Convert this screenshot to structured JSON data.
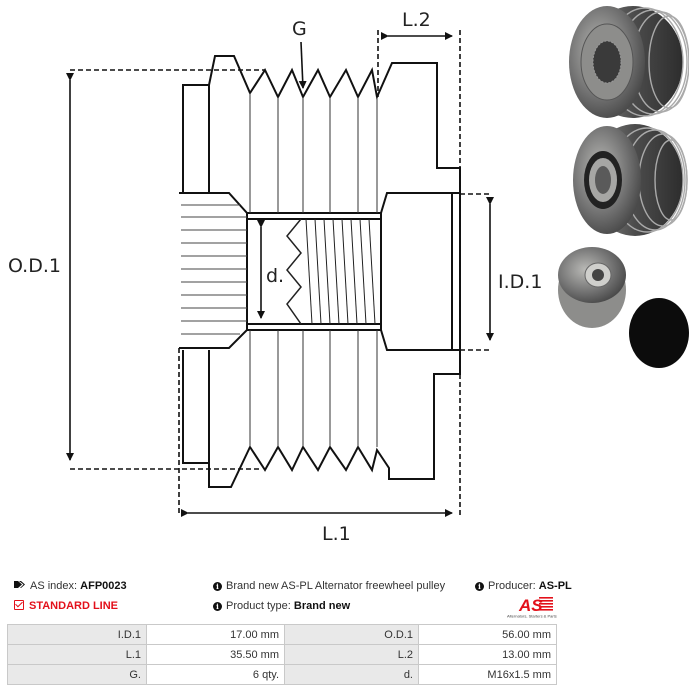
{
  "drawing": {
    "labels": {
      "grooves": "G",
      "outer_diameter": "O.D.1",
      "inner_diameter": "I.D.1",
      "thread": "d.",
      "length_total": "L.1",
      "length_offset": "L.2"
    }
  },
  "photos": [
    {
      "name": "pulley-front-view"
    },
    {
      "name": "pulley-rear-view"
    },
    {
      "name": "pulley-side-view-with-cap"
    }
  ],
  "info": {
    "index_label": "AS index:",
    "index_value": "AFP0023",
    "standard_line": "STANDARD LINE",
    "description": "Brand new AS-PL Alternator freewheel pulley",
    "product_type_label": "Product type:",
    "product_type_value": "Brand new",
    "producer_label": "Producer:",
    "producer_value": "AS-PL",
    "logo_text": "AS",
    "logo_tagline": "Alternators, Starters & Parts"
  },
  "specs": [
    {
      "k1": "I.D.1",
      "v1": "17.00 mm",
      "k2": "O.D.1",
      "v2": "56.00 mm"
    },
    {
      "k1": "L.1",
      "v1": "35.50 mm",
      "k2": "L.2",
      "v2": "13.00 mm"
    },
    {
      "k1": "G.",
      "v1": "6 qty.",
      "k2": "d.",
      "v2": "M16x1.5 mm"
    }
  ],
  "colors": {
    "accent_red": "#e3101a",
    "table_key_bg": "#e9e9e9",
    "table_border": "#c9c9c9"
  }
}
